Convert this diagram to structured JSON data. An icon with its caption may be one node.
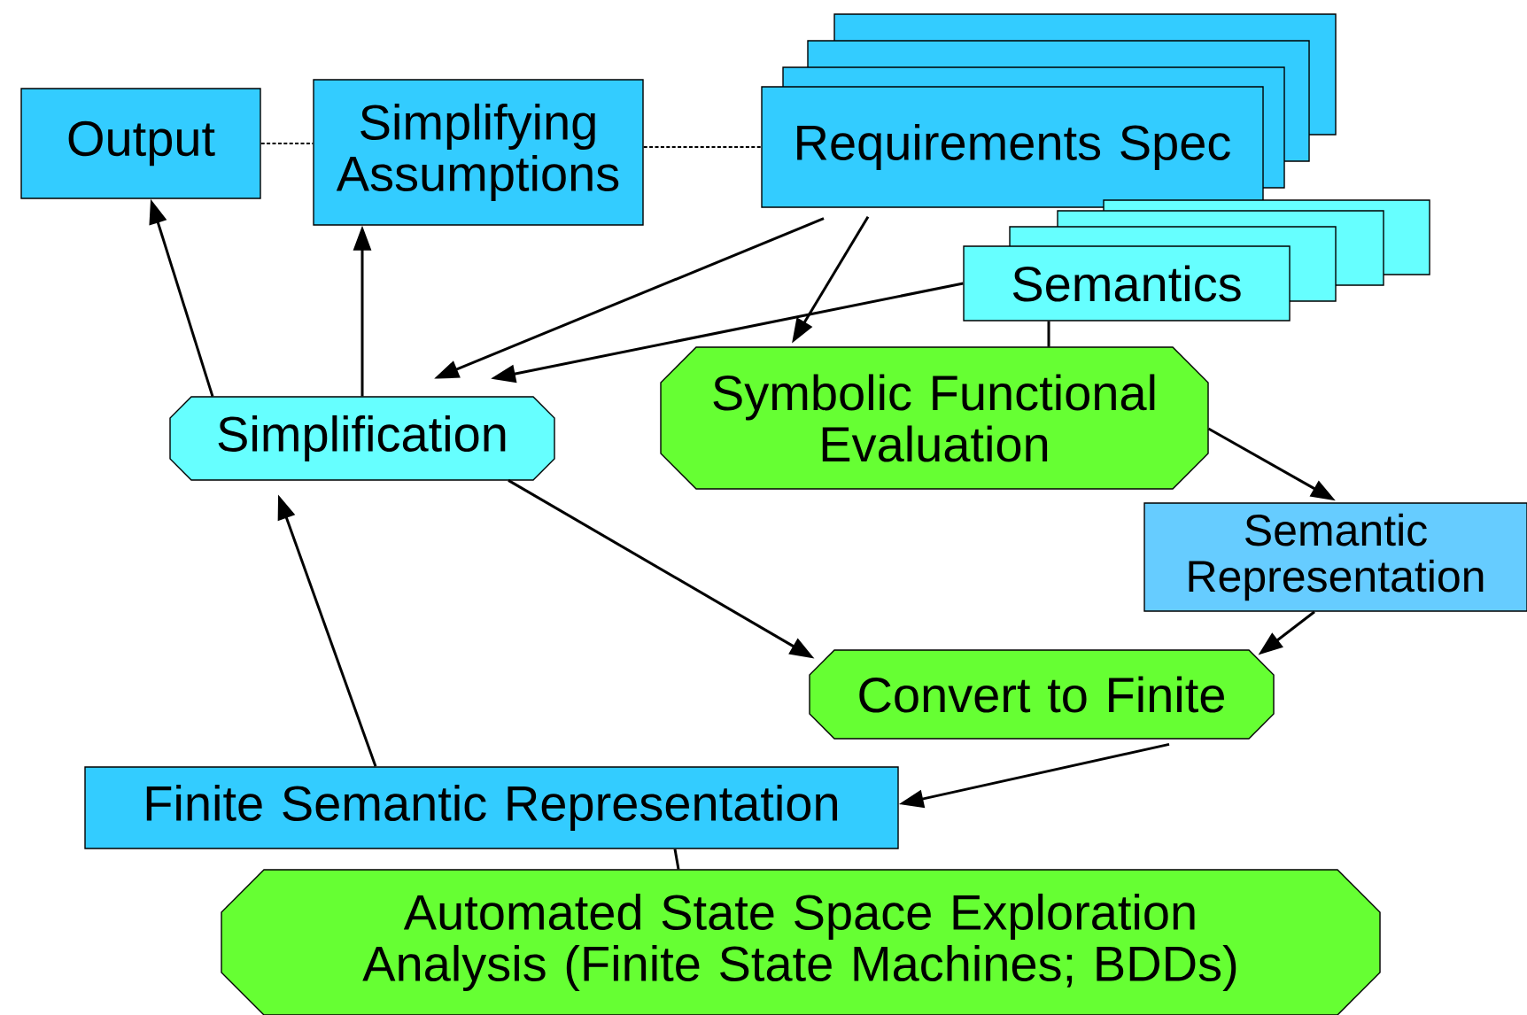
{
  "diagram": {
    "nodes": [
      {
        "text": [
          "Output"
        ]
      },
      {
        "text": [
          "Simplifying Assumptions"
        ]
      },
      {
        "text": [
          "Requirements Spec"
        ]
      },
      {
        "text": [
          "Semantics"
        ]
      },
      {
        "text": [
          "Simplification"
        ]
      },
      {
        "text": [
          "Symbolic Functional Evaluation"
        ]
      },
      {
        "text": [
          "Semantic Representation"
        ]
      },
      {
        "text": [
          "Convert to Finite"
        ]
      },
      {
        "text": [
          "Finite Semantic Representation"
        ]
      },
      {
        "text": [
          "Automated State Space Exploration Analysis (Finite State Machines; BDDs)"
        ]
      }
    ],
    "edges": [
      {
        "from": 0,
        "to": 1,
        "arrow": "none",
        "style": "dashed"
      },
      {
        "from": 1,
        "to": 2,
        "arrow": "none",
        "style": "dashed"
      },
      {
        "from": 4,
        "to": 0,
        "arrow": "to"
      },
      {
        "from": 4,
        "to": 1,
        "arrow": "to"
      },
      {
        "from": 2,
        "to": 4,
        "arrow": "to"
      },
      {
        "from": 2,
        "to": 5,
        "arrow": "to"
      },
      {
        "from": 3,
        "to": 4,
        "arrow": "to"
      },
      {
        "from": 3,
        "to": 5,
        "arrow": "none"
      },
      {
        "from": 5,
        "to": 6,
        "arrow": "to"
      },
      {
        "from": 4,
        "to": 7,
        "arrow": "to"
      },
      {
        "from": 6,
        "to": 7,
        "arrow": "to"
      },
      {
        "from": 7,
        "to": 8,
        "arrow": "to"
      },
      {
        "from": 8,
        "to": 4,
        "arrow": "to"
      },
      {
        "from": 8,
        "to": 9,
        "arrow": "none"
      }
    ]
  }
}
